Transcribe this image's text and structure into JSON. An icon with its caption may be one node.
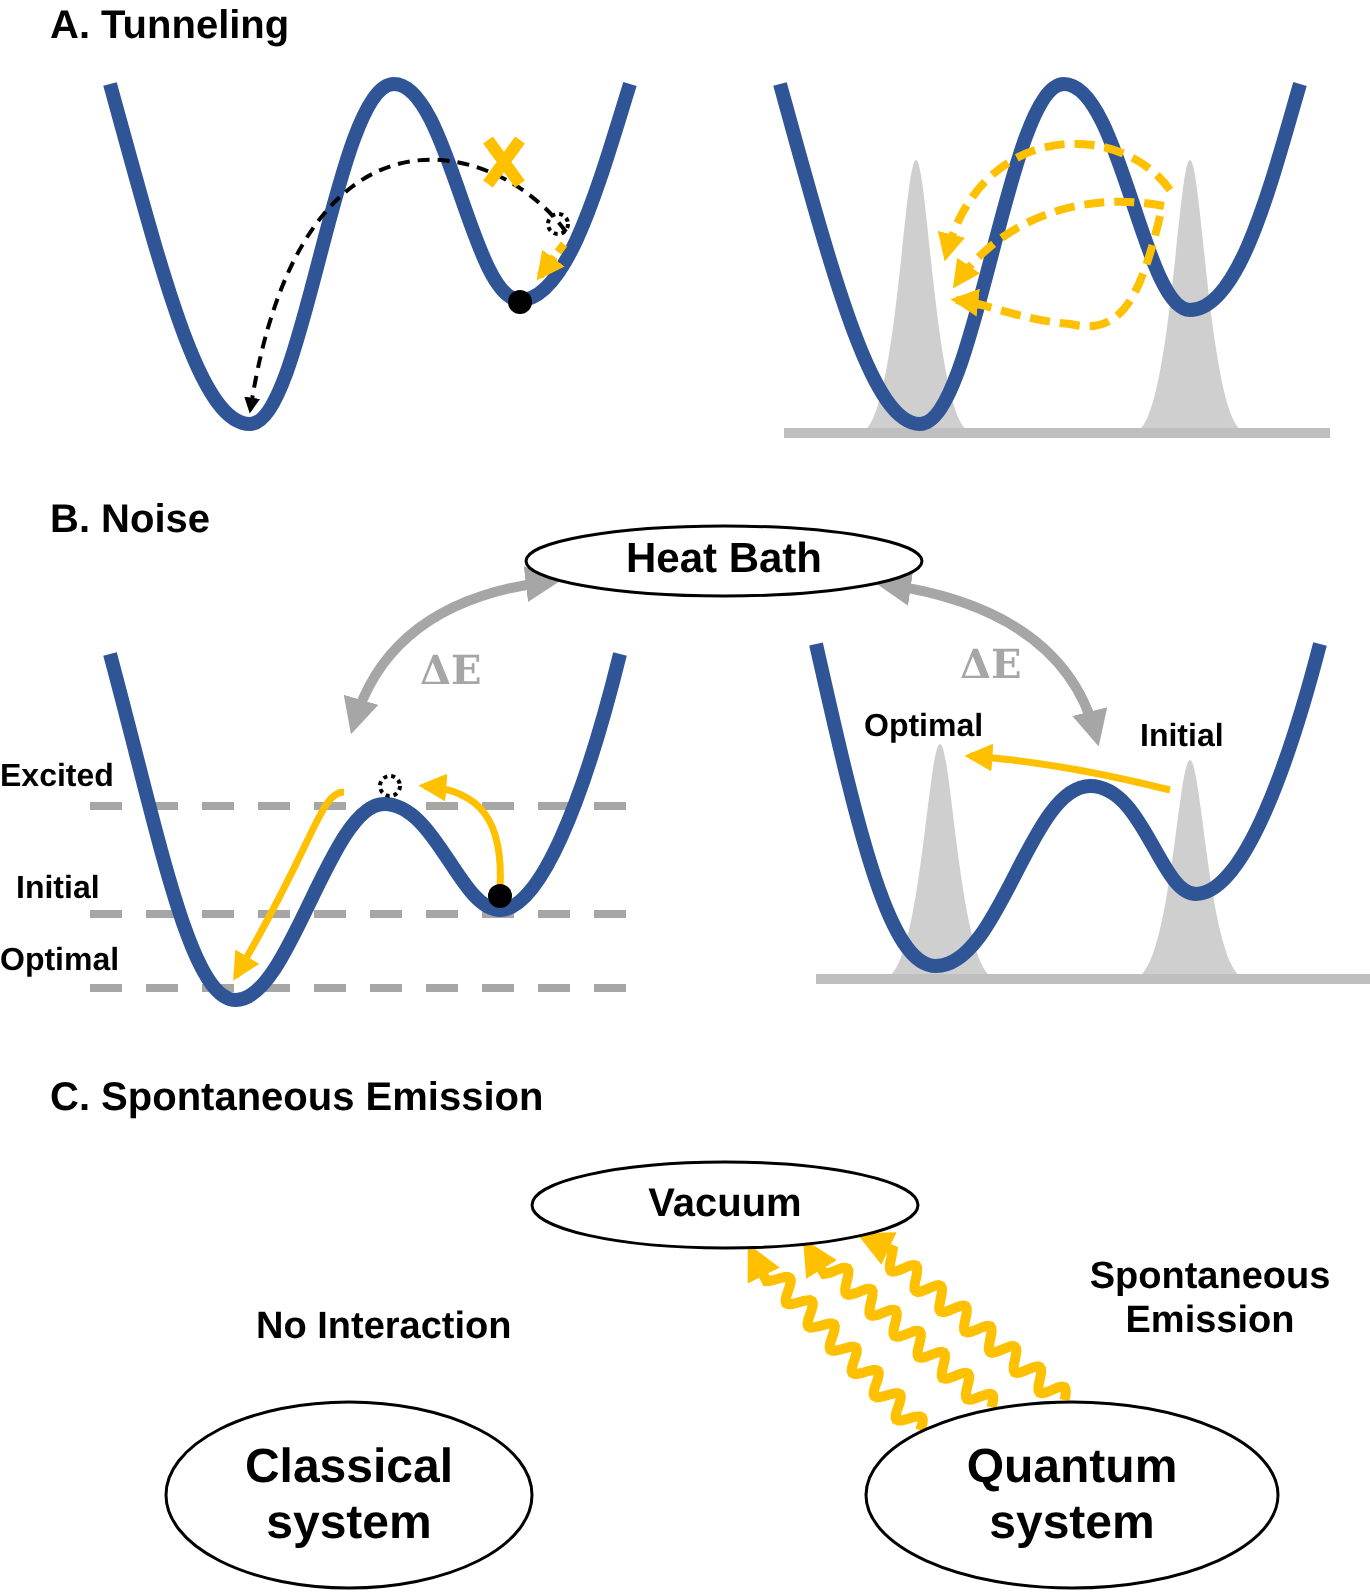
{
  "diagram": {
    "nodes": [
      {
        "text": [
          "Heat Bath"
        ]
      },
      {
        "text": [
          "Vacuum"
        ]
      },
      {
        "text": [
          "Classical system"
        ]
      },
      {
        "text": [
          "Quantum system"
        ]
      }
    ],
    "edges": [
      {
        "from": 0,
        "to": null,
        "arrow": "both",
        "label": "ΔE",
        "color": "#a6a6a6"
      },
      {
        "from": 0,
        "to": null,
        "arrow": "both",
        "label": "ΔE",
        "color": "#a6a6a6"
      },
      {
        "from": 3,
        "to": 1,
        "arrow": "to",
        "color": "#ffc000"
      },
      {
        "from": 3,
        "to": 1,
        "arrow": "to",
        "color": "#ffc000"
      },
      {
        "from": 3,
        "to": 1,
        "arrow": "to",
        "color": "#ffc000"
      }
    ],
    "labels": [
      "A. Tunneling",
      "B. Noise",
      "Excited",
      "Initial",
      "Optimal",
      "Optimal",
      "Initial",
      "C. Spontaneous Emission",
      "No Interaction",
      "Spontaneous Emission"
    ]
  }
}
